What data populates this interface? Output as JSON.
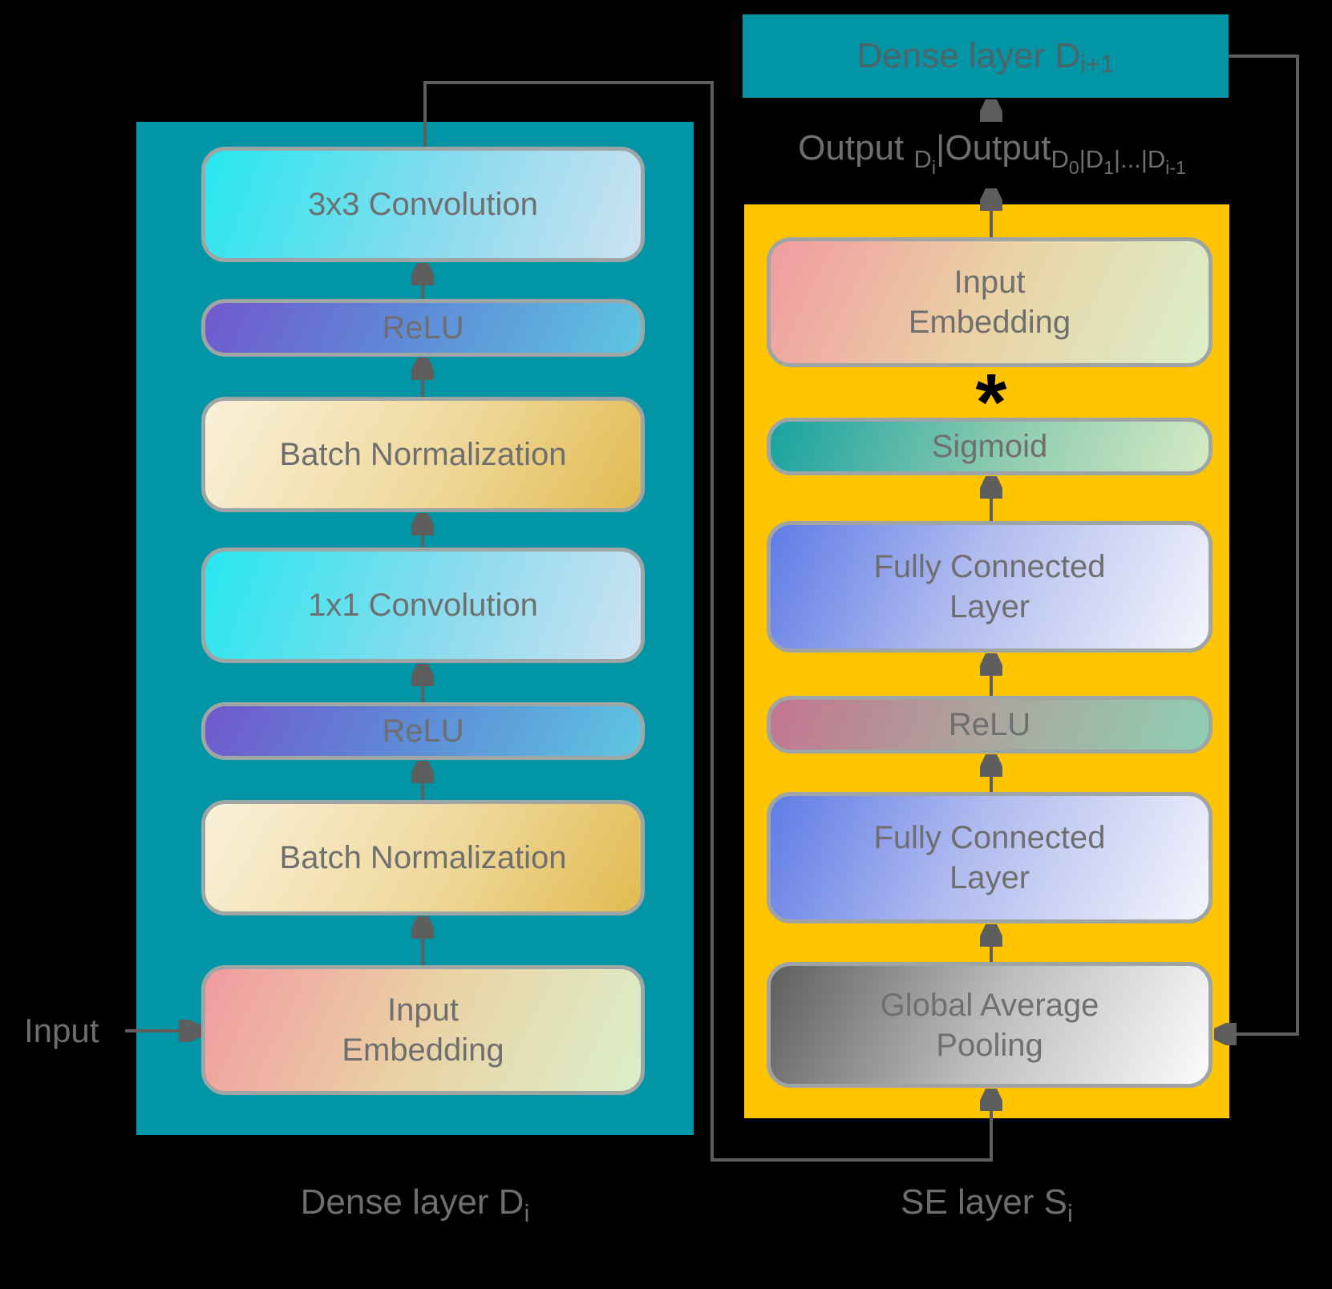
{
  "colors": {
    "background": "#000000",
    "panel_teal": "#0295A5",
    "panel_yellow": "#FFC400",
    "wire_gray": "#5E5E5E",
    "border_gray": "#9FA4A4",
    "label_gray": "#6E6E6E",
    "box_text_gray": "#6F6F6F",
    "teal_box_text": "#4E6468",
    "multiply_black": "#000000"
  },
  "next_dense_box": {
    "label": "Dense layer D",
    "label_sub": "i+1"
  },
  "output_line": {
    "word1": "Output ",
    "sub1_base": "D",
    "sub1_script": "i",
    "word2": "|Output",
    "sub2a_base": "D",
    "sub2a_script": "0",
    "sub2b_base": "|D",
    "sub2b_script": "1",
    "sub2c_base": "|...|D",
    "sub2c_script": "i-1"
  },
  "input_label": "Input",
  "multiply_symbol": "*",
  "dense_panel": {
    "caption": "Dense layer D",
    "caption_sub": "i",
    "boxes": [
      {
        "label": "3x3 Convolution"
      },
      {
        "label": "ReLU"
      },
      {
        "label": "Batch Normalization"
      },
      {
        "label": "1x1 Convolution"
      },
      {
        "label": "ReLU"
      },
      {
        "label": "Batch Normalization"
      },
      {
        "label": "Input\nEmbedding"
      }
    ]
  },
  "se_panel": {
    "caption": "SE layer S",
    "caption_sub": "i",
    "boxes": [
      {
        "label": "Input\nEmbedding"
      },
      {
        "label": "Sigmoid"
      },
      {
        "label": "Fully Connected\nLayer"
      },
      {
        "label": "ReLU"
      },
      {
        "label": "Fully Connected\nLayer"
      },
      {
        "label": "Global Average\nPooling"
      }
    ]
  }
}
